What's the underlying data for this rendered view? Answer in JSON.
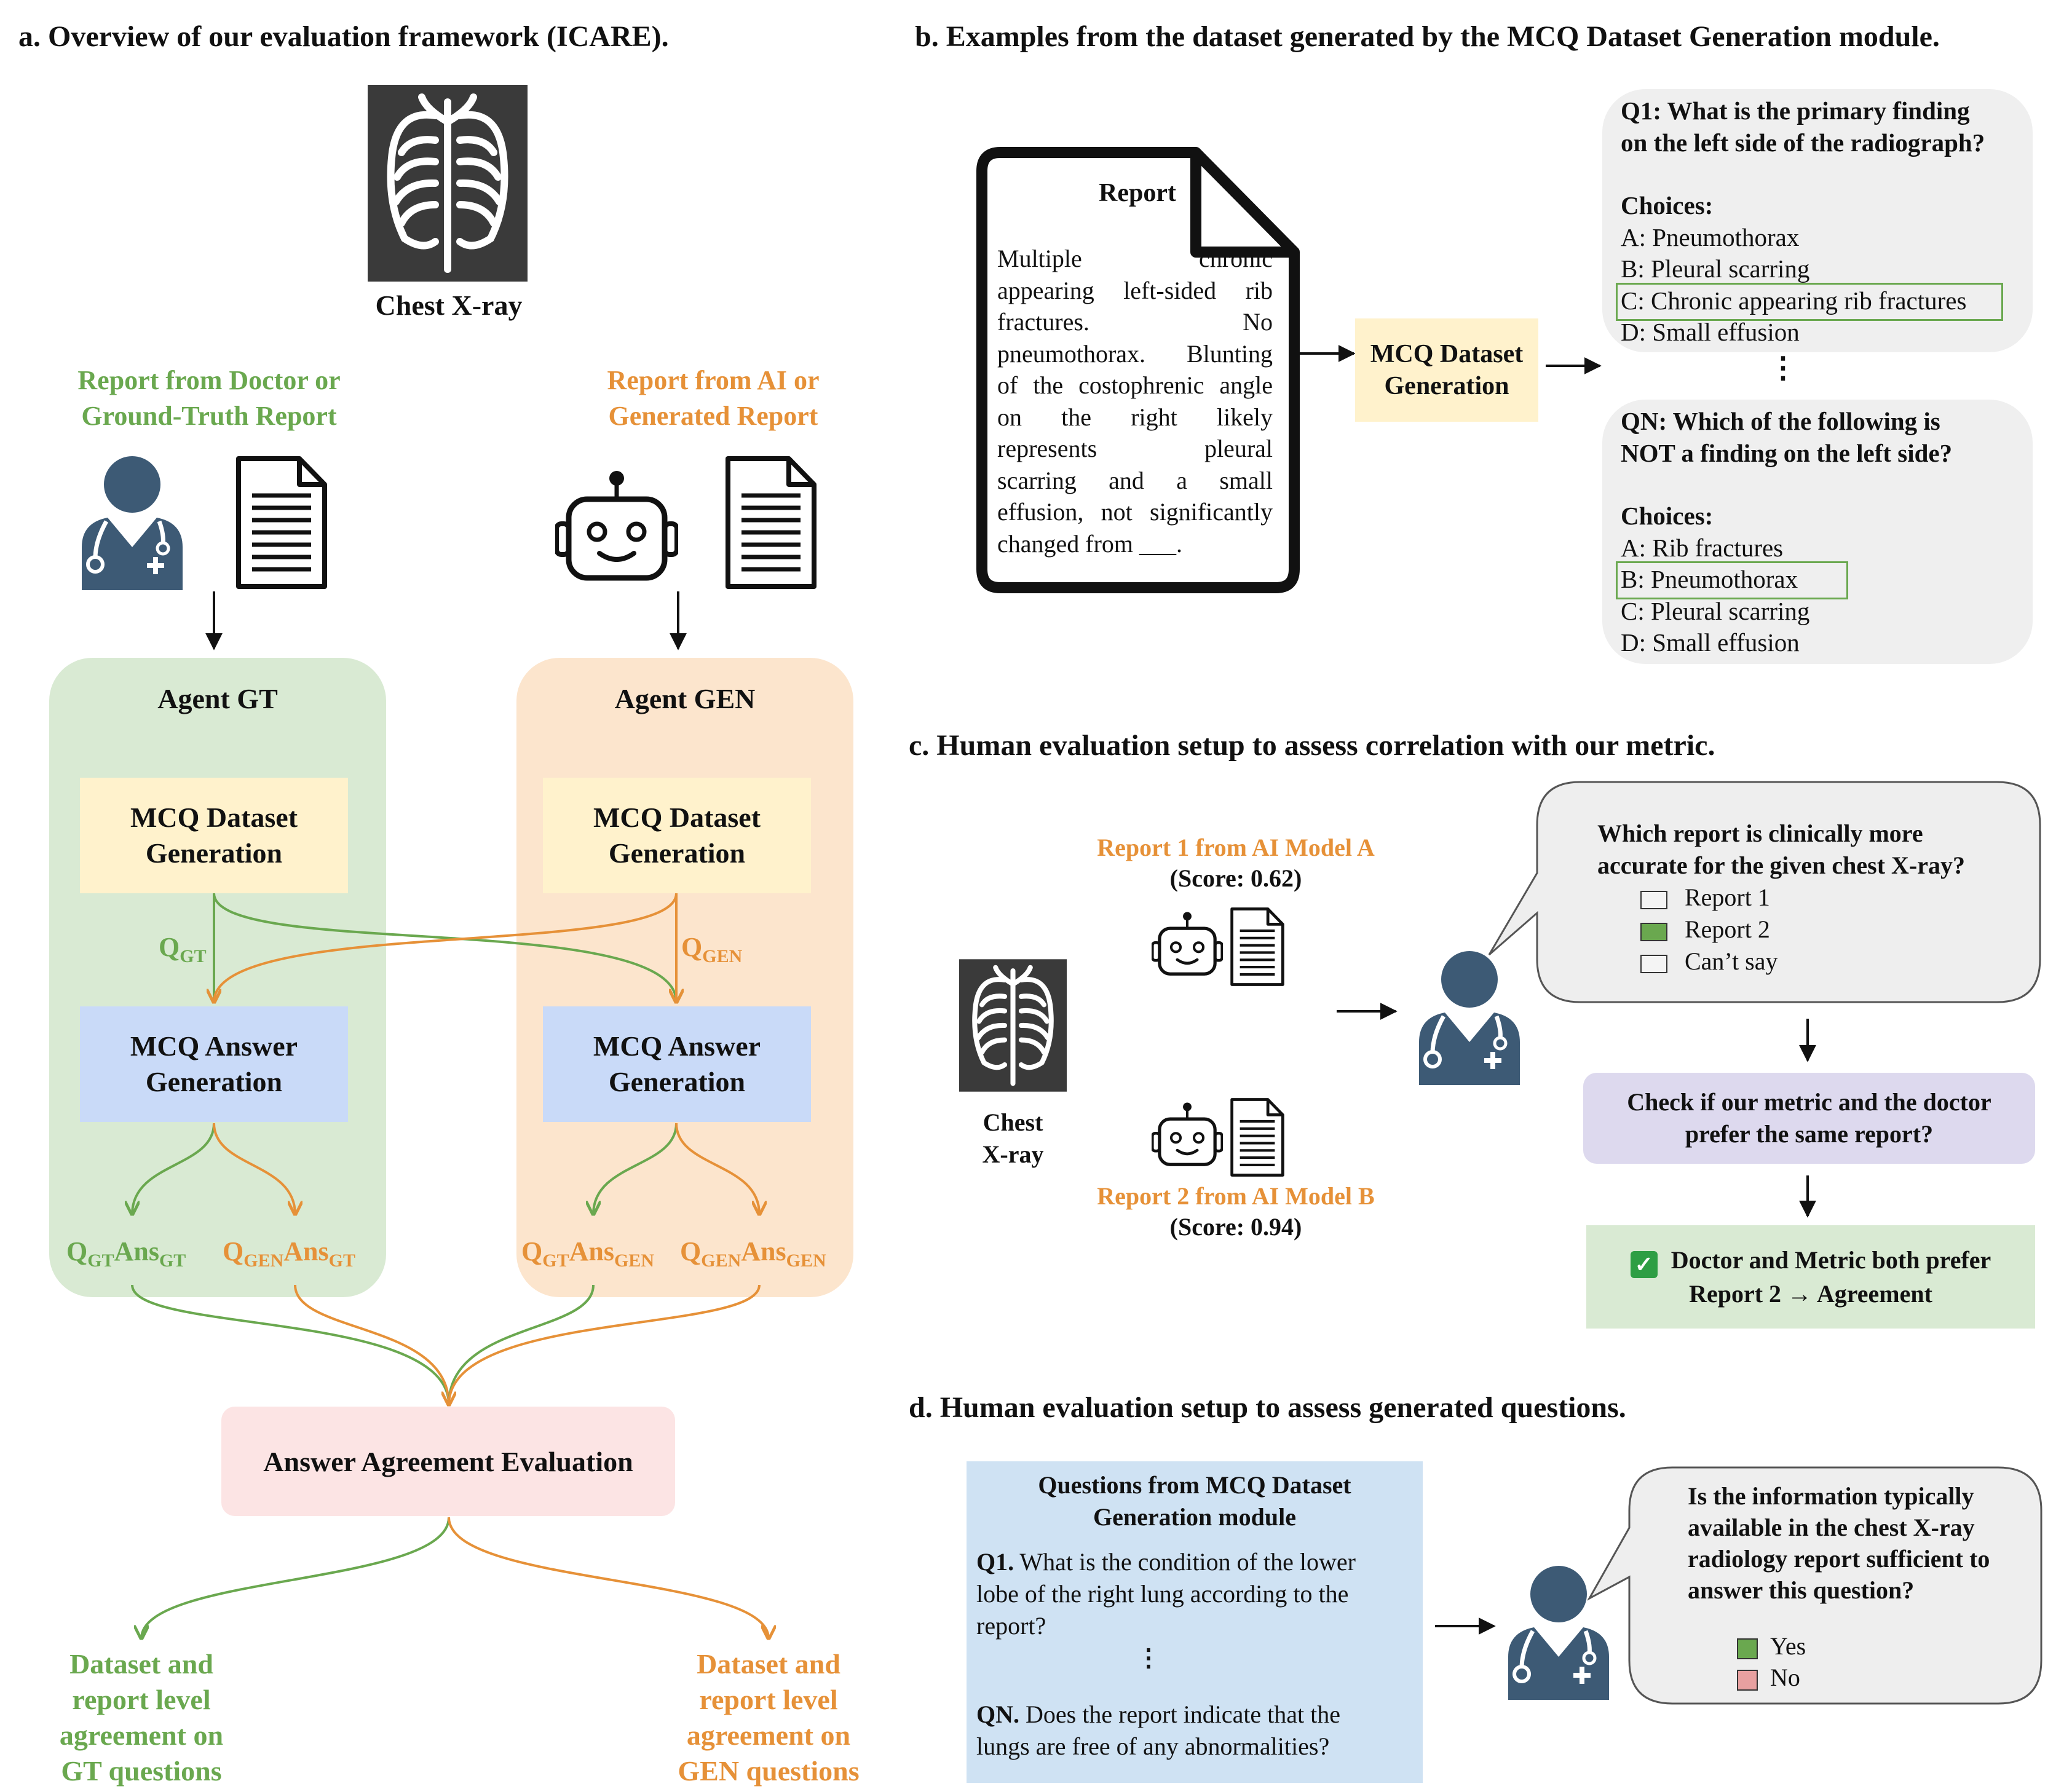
{
  "panel_a": {
    "title": "a. Overview of our evaluation framework (ICARE).",
    "xray_label": "Chest X-ray",
    "gt_source": [
      "Report from Doctor or",
      "Ground-Truth Report"
    ],
    "gen_source": [
      "Report from AI or",
      "Generated Report"
    ],
    "agent_gt": "Agent GT",
    "agent_gen": "Agent GEN",
    "mcq_gen": [
      "MCQ Dataset",
      "Generation"
    ],
    "mcq_ans": [
      "MCQ Answer",
      "Generation"
    ],
    "q_label": "Q",
    "sub_gt": "GT",
    "sub_gen": "GEN",
    "ans_label": "Ans",
    "agreement_eval": "Answer Agreement Evaluation",
    "out_gt": [
      "Dataset and",
      "report level",
      "agreement on",
      "GT questions"
    ],
    "out_gen": [
      "Dataset and",
      "report level",
      "agreement on",
      "GEN questions"
    ]
  },
  "panel_b": {
    "title": "b. Examples from the dataset generated by the MCQ Dataset Generation module.",
    "report_title": "Report",
    "report_lines": [
      "Multiple chronic",
      "appearing left-sided rib",
      "fractures. No",
      "pneumothorax. Blunting",
      "of the costophrenic angle",
      "on the right likely",
      "represents pleural",
      "scarring and a small",
      "effusion, not significantly",
      "changed from ___."
    ],
    "module": [
      "MCQ Dataset",
      "Generation"
    ],
    "q1": [
      "Q1: What is the primary finding",
      "on the left side of the radiograph?"
    ],
    "choices_label": "Choices:",
    "q1_choices": [
      "A: Pneumothorax",
      "B: Pleural scarring",
      "C: Chronic appearing rib fractures",
      "D: Small effusion"
    ],
    "ellipsis": "⋮",
    "qn": [
      "QN: Which of the following is",
      "NOT a finding on the left side?"
    ],
    "qn_choices": [
      "A: Rib fractures",
      "B: Pneumothorax",
      "C: Pleural scarring",
      "D: Small effusion"
    ]
  },
  "panel_c": {
    "title": "c. Human evaluation setup to assess correlation with our metric.",
    "report1": "Report 1 from AI Model A",
    "score1": "(Score: 0.62)",
    "report2": "Report 2 from AI Model B",
    "score2": "(Score: 0.94)",
    "xray": [
      "Chest",
      "X-ray"
    ],
    "question": [
      "Which report is clinically more",
      "accurate for the given chest X-ray?"
    ],
    "options": [
      "Report 1",
      "Report 2",
      "Can’t say"
    ],
    "check": [
      "Check if our metric and the doctor",
      "prefer the same report?"
    ],
    "check_mark": "✅",
    "result": [
      "Doctor and Metric both prefer",
      "Report 2 → Agreement"
    ],
    "colors": {
      "selected": "#6aa84f",
      "check_box": "#ddd9ee",
      "result_box": "#d9ead3"
    }
  },
  "panel_d": {
    "title": "d. Human evaluation setup to assess generated questions.",
    "box_title": [
      "Questions from MCQ Dataset",
      "Generation module"
    ],
    "q1_label": "Q1.",
    "q1_text": [
      "What is the condition of the lower",
      "lobe of the right lung according to the",
      "report?"
    ],
    "ellipsis": "⋮",
    "qn_label": "QN.",
    "qn_text": [
      "Does the report indicate that the",
      "lungs are free of any abnormalities?"
    ],
    "question": [
      "Is the information typically",
      "available in the chest X-ray",
      "radiology report sufficient to",
      "answer this question?"
    ],
    "options": [
      "Yes",
      "No"
    ],
    "colors": {
      "yes": "#6aa84f",
      "no": "#e8a0a0",
      "box": "#cfe2f3"
    }
  },
  "colors": {
    "gt_green": "#6aa84f",
    "gen_orange": "#e69138",
    "agent_gt_bg": "#d9ead3",
    "agent_gen_bg": "#fce5cd",
    "mcq_gen_bg": "#fff2cc",
    "mcq_ans_bg": "#c9daf8",
    "agreement_bg": "#fce4e4",
    "icon_blue": "#3d5a75"
  }
}
